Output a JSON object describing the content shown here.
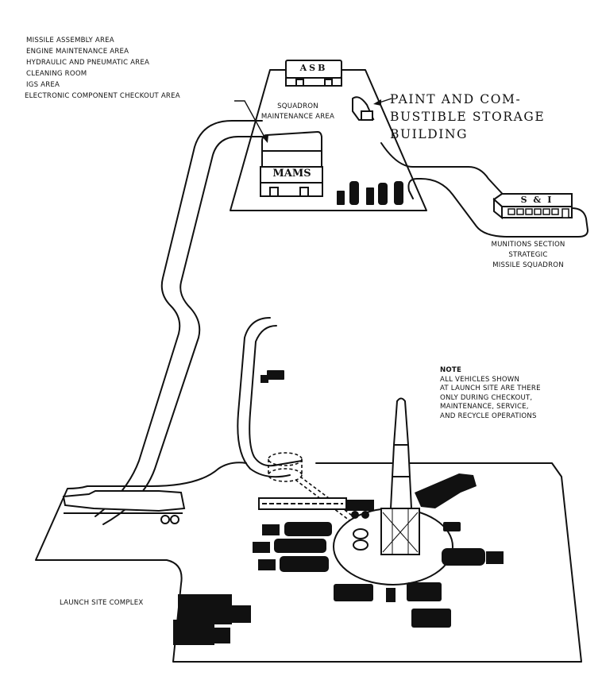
{
  "title": "Strategic Missile Squadron Site Layout",
  "maintenance_area_list": [
    "MISSILE ASSEMBLY AREA",
    "ENGINE MAINTENANCE AREA",
    "HYDRAULIC AND PNEUMATIC AREA",
    "CLEANING ROOM",
    "IGS AREA",
    "ELECTRONIC COMPONENT CHECKOUT AREA"
  ],
  "squadron_area": {
    "label_line1": "SQUADRON",
    "label_line2": "MAINTENANCE AREA"
  },
  "paint_storage": {
    "line1": "PAINT AND COM-",
    "line2": "BUSTIBLE STORAGE",
    "line3": "BUILDING"
  },
  "buildings": {
    "asb": "ASB",
    "mams": "MAMS",
    "si": "S & I"
  },
  "munitions": {
    "line1": "MUNITIONS SECTION",
    "line2": "STRATEGIC",
    "line3": "MISSILE SQUADRON"
  },
  "note": {
    "heading": "NOTE",
    "lines": [
      "ALL VEHICLES SHOWN",
      "AT LAUNCH SITE ARE THERE",
      "ONLY DURING CHECKOUT,",
      "MAINTENANCE, SERVICE,",
      "AND RECYCLE OPERATIONS"
    ]
  },
  "launch_site": {
    "label": "LAUNCH SITE COMPLEX"
  },
  "colors": {
    "ink": "#111111",
    "paper": "#ffffff"
  }
}
